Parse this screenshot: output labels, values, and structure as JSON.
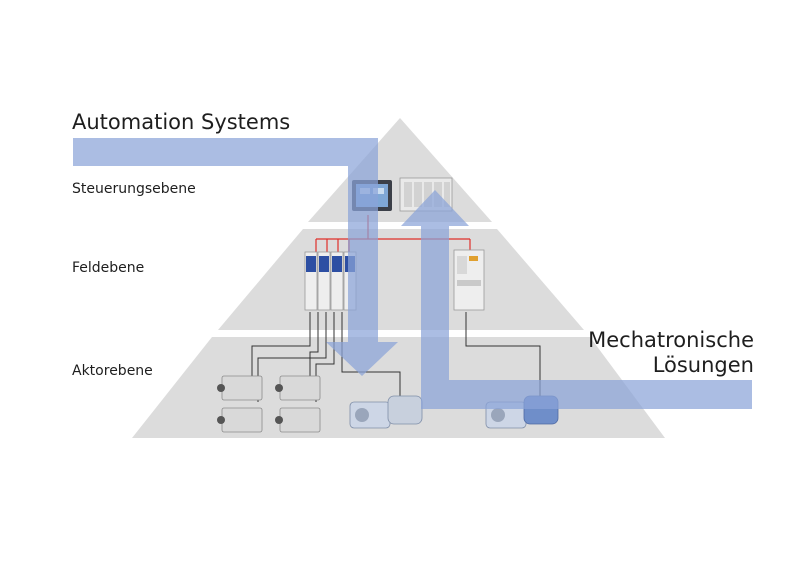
{
  "title_left": "Automation Systems",
  "levels": {
    "control": "Steuerungsebene",
    "field": "Feldebene",
    "actuator": "Aktorebene"
  },
  "title_right": {
    "line1": "Mechatronische",
    "line2": "Lösungen"
  },
  "colors": {
    "pyramid": "#dcdcdc",
    "band": "#8aa3d8",
    "bus": "#e0302a",
    "cable": "#333333"
  },
  "icons": [
    "control-panel-icon",
    "plc-icon",
    "servo-drive-icon",
    "frequency-inverter-icon",
    "servo-motor-icon",
    "geared-motor-icon"
  ]
}
